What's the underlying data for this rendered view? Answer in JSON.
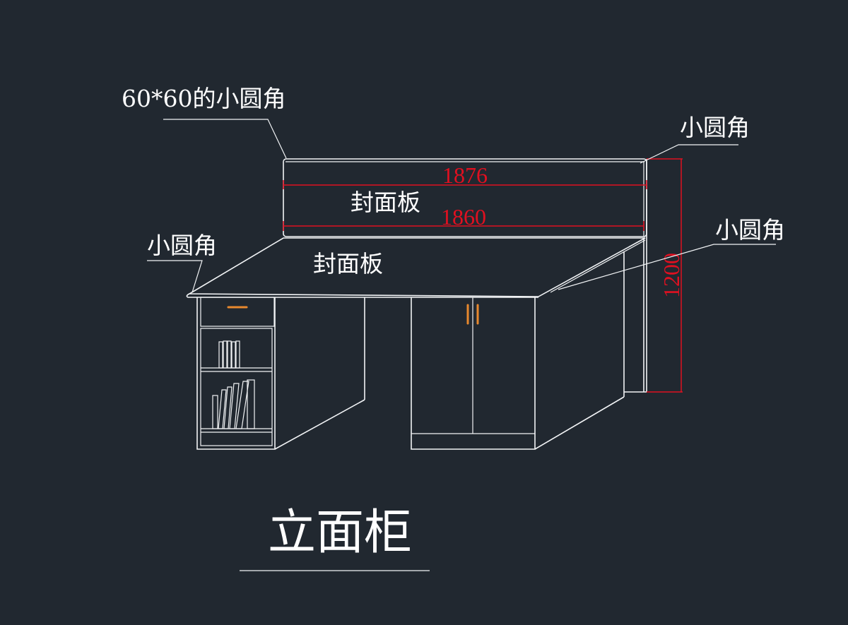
{
  "drawing_title": "立面柜",
  "colors": {
    "background": "#212830",
    "line": "#f2f4f6",
    "dimension": "#e01020",
    "handle": "#e8892e"
  },
  "callouts": {
    "top_left_corner": "60*60的小圆角",
    "top_right_corner": "小圆角",
    "desk_left_corner": "小圆角",
    "desk_right_corner": "小圆角"
  },
  "panels": {
    "back_panel": "封面板",
    "desk_top": "封面板"
  },
  "dimensions": {
    "top_width": "1876",
    "inner_width": "1860",
    "height": "1200"
  }
}
